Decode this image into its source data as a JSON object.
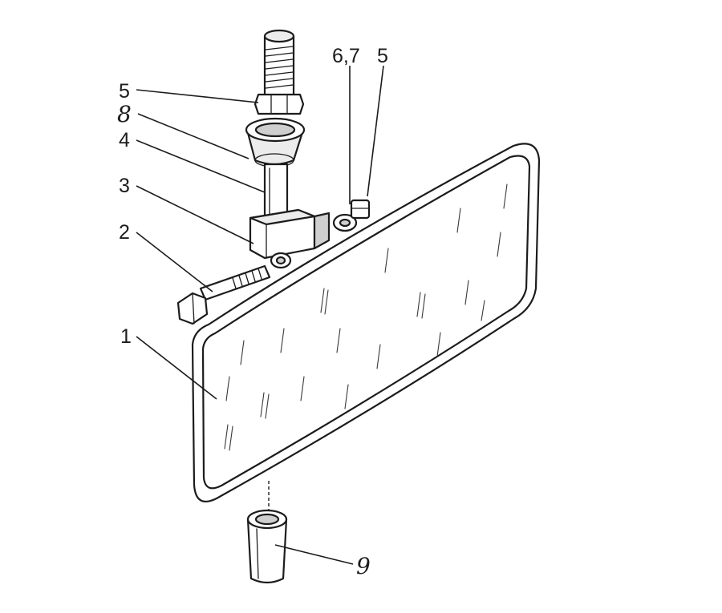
{
  "callouts": [
    {
      "id": "mirror-glass",
      "label": "1"
    },
    {
      "id": "bolt",
      "label": "2"
    },
    {
      "id": "bracket-block",
      "label": "3"
    },
    {
      "id": "stem",
      "label": "4"
    },
    {
      "id": "nut-top",
      "label": "5"
    },
    {
      "id": "collar",
      "label": "8"
    },
    {
      "id": "hinge-washers",
      "label": "6,7"
    },
    {
      "id": "nut-right",
      "label": "5"
    },
    {
      "id": "sleeve",
      "label": "9"
    }
  ]
}
